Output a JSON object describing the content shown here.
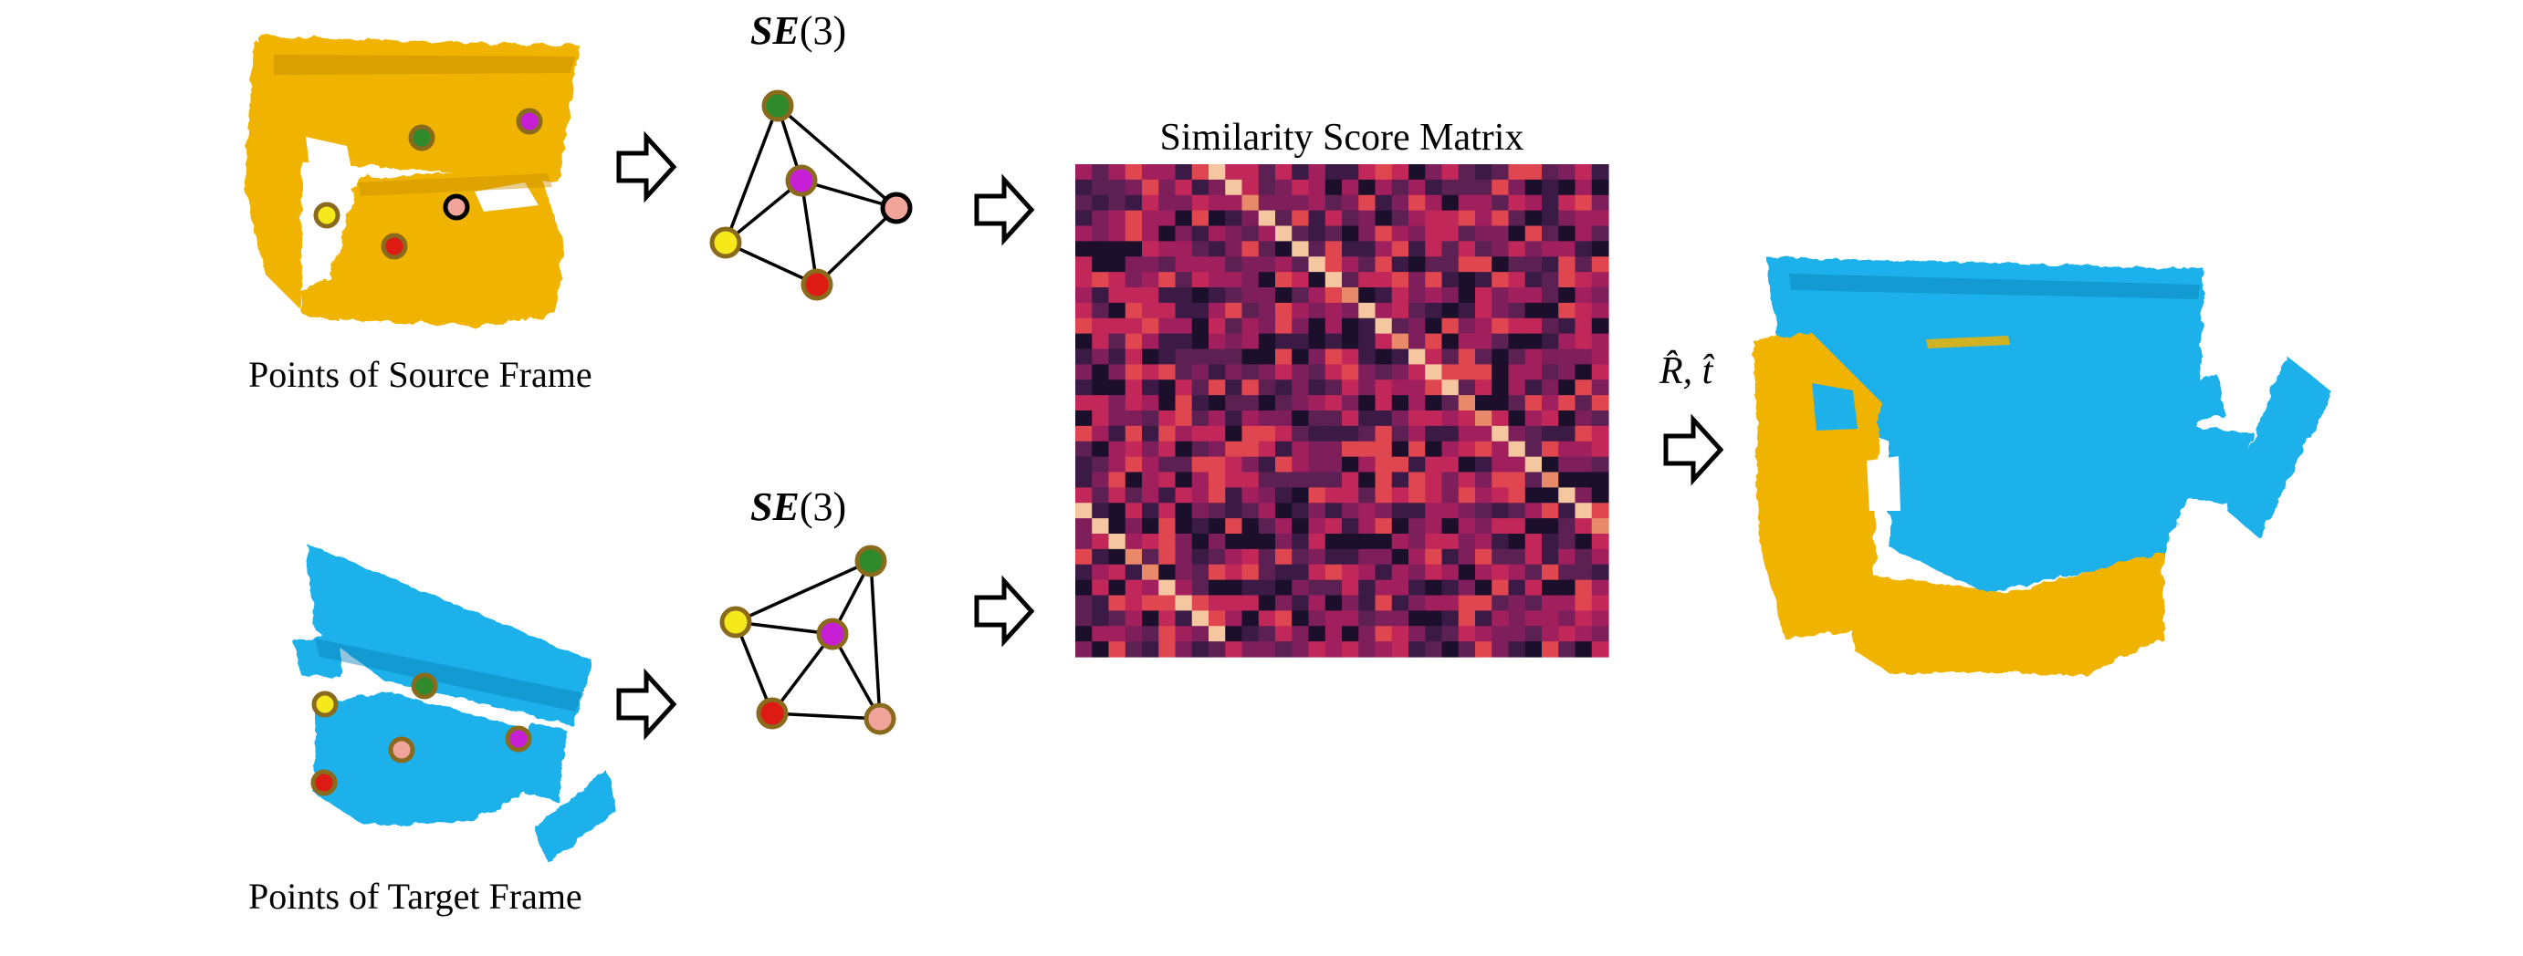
{
  "source": {
    "caption": "Points of Source Frame",
    "cloud_color": "#f0b400",
    "keypoints": [
      {
        "name": "green",
        "color": "#2f8a2c",
        "stroke": "#8a6a1c"
      },
      {
        "name": "magenta",
        "color": "#c71fd6",
        "stroke": "#8a6a1c"
      },
      {
        "name": "pink",
        "color": "#f0a49a",
        "stroke": "#000000"
      },
      {
        "name": "yellow",
        "color": "#f6e91b",
        "stroke": "#8a6a1c"
      },
      {
        "name": "red",
        "color": "#dd1b12",
        "stroke": "#8a6a1c"
      }
    ]
  },
  "target": {
    "caption": "Points of Target Frame",
    "cloud_color": "#1fb1ea",
    "keypoints": [
      {
        "name": "yellow",
        "color": "#f6e91b",
        "stroke": "#8a6a1c"
      },
      {
        "name": "green",
        "color": "#2f8a2c",
        "stroke": "#8a6a1c"
      },
      {
        "name": "pink",
        "color": "#f0a49a",
        "stroke": "#8a6a1c"
      },
      {
        "name": "magenta",
        "color": "#c71fd6",
        "stroke": "#8a6a1c"
      },
      {
        "name": "red",
        "color": "#dd1b12",
        "stroke": "#8a6a1c"
      }
    ]
  },
  "graph_top": {
    "label_bold": "SE",
    "label_rest": "(3)"
  },
  "graph_bottom": {
    "label_bold": "SE",
    "label_rest": "(3)"
  },
  "matrix": {
    "title": "Similarity Score Matrix",
    "size": 32,
    "palette": [
      "#1c0f2b",
      "#3b1b46",
      "#5c2053",
      "#7e1f5c",
      "#a11f5d",
      "#c2275a",
      "#e0464f"
    ],
    "highlight_color": "#f4c7a0"
  },
  "result": {
    "label": "R̂, t̂",
    "source_color": "#f0b400",
    "target_color": "#1fb1ea"
  }
}
